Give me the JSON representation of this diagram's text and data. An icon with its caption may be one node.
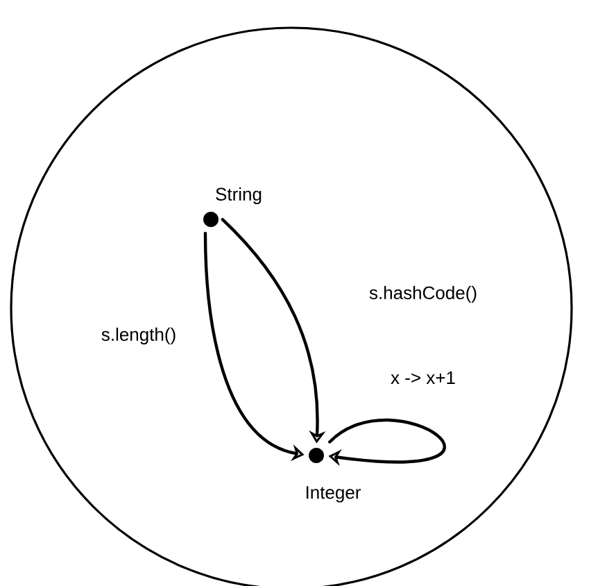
{
  "diagram": {
    "nodes": [
      {
        "text": [],
        "shape": "circle"
      },
      {
        "text": [],
        "shape": "circle",
        "beside": [
          "String"
        ],
        "in": 0
      },
      {
        "text": [],
        "shape": "circle",
        "beside": [
          "Integer"
        ],
        "in": 0
      }
    ],
    "edges": [
      {
        "from": 1,
        "to": 2,
        "arrow": "to",
        "label": "s.length()"
      },
      {
        "from": 1,
        "to": 2,
        "arrow": "to",
        "label": "s.hashCode()"
      },
      {
        "from": 2,
        "to": 2,
        "arrow": "to",
        "label": "x -> x+1"
      }
    ]
  }
}
